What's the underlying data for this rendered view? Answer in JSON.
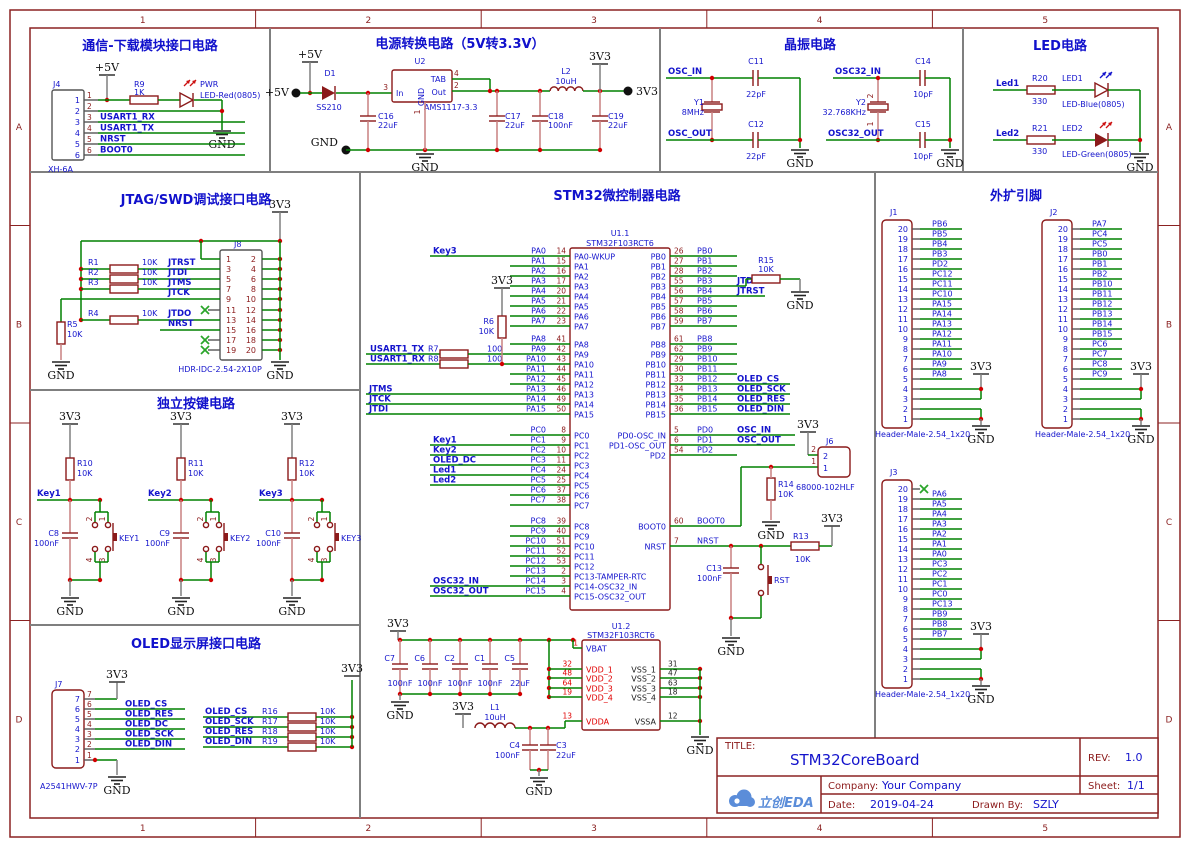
{
  "lbl": {
    "v33": "3V3",
    "gnd": "GND",
    "p5v": "+5V"
  },
  "frame": {
    "cols": [
      "1",
      "2",
      "3",
      "4",
      "5"
    ],
    "rows": [
      "A",
      "B",
      "C",
      "D"
    ]
  },
  "pins": {
    "n20": [
      "20",
      "19",
      "18",
      "17",
      "16",
      "15",
      "14",
      "13",
      "12",
      "11",
      "10",
      "9",
      "8",
      "7",
      "6",
      "5",
      "4",
      "3",
      "2",
      "1"
    ],
    "n10o": [
      "1",
      "3",
      "5",
      "7",
      "9",
      "11",
      "13",
      "15",
      "17",
      "19"
    ],
    "n10e": [
      "2",
      "4",
      "6",
      "8",
      "10",
      "12",
      "14",
      "16",
      "18",
      "20"
    ],
    "n7": [
      "7",
      "6",
      "5",
      "4",
      "3",
      "2",
      "1"
    ],
    "n6": [
      "1",
      "2",
      "3",
      "4",
      "5",
      "6"
    ],
    "btn": [
      "2",
      "1",
      "4",
      "3"
    ]
  },
  "comm": {
    "title": "通信-下载模块接口电路",
    "j4": {
      "ref": "J4",
      "footprint": "XH-6A"
    },
    "nets": [
      "USART1_RX",
      "USART1_TX",
      "NRST",
      "BOOT0"
    ],
    "r9": {
      "ref": "R9",
      "value": "1K"
    },
    "led": {
      "name": "PWR",
      "part": "LED-Red(0805)"
    }
  },
  "pwr": {
    "title": "电源转换电路（5V转3.3V）",
    "d1": {
      "ref": "D1",
      "value": "SS210"
    },
    "u2": {
      "ref": "U2",
      "value": "AMS1117-3.3",
      "in": "In",
      "gnd": "GND",
      "tab": "TAB",
      "out": "Out",
      "n_in": "3",
      "n_tab": "4",
      "n_out": "2",
      "n_gnd": "1"
    },
    "c16": {
      "ref": "C16",
      "value": "22uF"
    },
    "c17": {
      "ref": "C17",
      "value": "22uF"
    },
    "c18": {
      "ref": "C18",
      "value": "100nF"
    },
    "c19": {
      "ref": "C19",
      "value": "22uF"
    },
    "l2": {
      "ref": "L2",
      "value": "10uH"
    }
  },
  "xtal": {
    "title": "晶振电路",
    "y1": {
      "ref": "Y1",
      "value": "8MHz",
      "in": "OSC_IN",
      "out": "OSC_OUT",
      "ct": {
        "ref": "C11",
        "value": "22pF"
      },
      "cb": {
        "ref": "C12",
        "value": "22pF"
      }
    },
    "y2": {
      "ref": "Y2",
      "value": "32.768KHz",
      "in": "OSC32_IN",
      "out": "OSC32_OUT",
      "p2": "2",
      "p1": "1",
      "ct": {
        "ref": "C14",
        "value": "10pF"
      },
      "cb": {
        "ref": "C15",
        "value": "10pF"
      }
    }
  },
  "led": {
    "title": "LED电路",
    "rows": [
      {
        "net": "Led1",
        "r": "R20",
        "rv": "330",
        "name": "LED1",
        "part": "LED-Blue(0805)"
      },
      {
        "net": "Led2",
        "r": "R21",
        "rv": "330",
        "name": "LED2",
        "part": "LED-Green(0805)"
      }
    ]
  },
  "jtag": {
    "title": "JTAG/SWD调试接口电路",
    "j8": {
      "ref": "J8",
      "footprint": "HDR-IDC-2.54-2X10P"
    },
    "rows": [
      {},
      {
        "ref": "R1",
        "value": "10K",
        "net": "JTRST"
      },
      {
        "ref": "R2",
        "value": "10K",
        "net": "JTDI"
      },
      {
        "ref": "R3",
        "value": "10K",
        "net": "JTMS"
      },
      {
        "net": "JTCK"
      },
      {
        "nc": true
      },
      {
        "ref": "R4",
        "value": "10K",
        "net": "JTDO"
      },
      {
        "net": "NRST"
      },
      {
        "nc": true
      },
      {
        "nc": true
      }
    ],
    "r5": {
      "ref": "R5",
      "value": "10K"
    }
  },
  "keys": {
    "title": "独立按键电路",
    "channels": [
      {
        "r": "R10",
        "rv": "10K",
        "net": "Key1",
        "c": "C8",
        "cv": "100nF",
        "btn": "KEY1"
      },
      {
        "r": "R11",
        "rv": "10K",
        "net": "Key2",
        "c": "C9",
        "cv": "100nF",
        "btn": "KEY2"
      },
      {
        "r": "R12",
        "rv": "10K",
        "net": "Key3",
        "c": "C10",
        "cv": "100nF",
        "btn": "KEY3"
      }
    ]
  },
  "oled": {
    "title": "OLED显示屏接口电路",
    "j7": {
      "ref": "J7",
      "footprint": "A2541HWV-7P"
    },
    "nets": [
      "OLED_CS",
      "OLED_RES",
      "OLED_DC",
      "OLED_SCK",
      "OLED_DIN"
    ],
    "pullups": [
      {
        "net": "OLED_CS",
        "ref": "R16",
        "value": "10K"
      },
      {
        "net": "OLED_SCK",
        "ref": "R17",
        "value": "10K"
      },
      {
        "net": "OLED_RES",
        "ref": "R18",
        "value": "10K"
      },
      {
        "net": "OLED_DIN",
        "ref": "R19",
        "value": "10K"
      }
    ]
  },
  "mcu": {
    "title": "STM32微控制器电路",
    "u11": {
      "ref": "U1.1",
      "part": "STM32F103RCT6",
      "left": [
        {
          "net": "Key3",
          "port": "PA0",
          "num": "14",
          "name": "PA0-WKUP"
        },
        {
          "net": "",
          "port": "PA1",
          "num": "15",
          "name": "PA1"
        },
        {
          "net": "",
          "port": "PA2",
          "num": "16",
          "name": "PA2"
        },
        {
          "net": "",
          "port": "PA3",
          "num": "17",
          "name": "PA3"
        },
        {
          "net": "",
          "port": "PA4",
          "num": "20",
          "name": "PA4"
        },
        {
          "net": "",
          "port": "PA5",
          "num": "21",
          "name": "PA5"
        },
        {
          "net": "",
          "port": "PA6",
          "num": "22",
          "name": "PA6"
        },
        {
          "net": "",
          "port": "PA7",
          "num": "23",
          "name": "PA7"
        },
        {
          "net": "",
          "port": "PA8",
          "num": "41",
          "name": "PA8"
        },
        {
          "net": "",
          "port": "PA9",
          "num": "42",
          "name": "PA9"
        },
        {
          "net": "",
          "port": "PA10",
          "num": "43",
          "name": "PA10"
        },
        {
          "net": "",
          "port": "PA11",
          "num": "44",
          "name": "PA11"
        },
        {
          "net": "",
          "port": "PA12",
          "num": "45",
          "name": "PA12"
        },
        {
          "net": "JTMS",
          "port": "PA13",
          "num": "46",
          "name": "PA13"
        },
        {
          "net": "JTCK",
          "port": "PA14",
          "num": "49",
          "name": "PA14"
        },
        {
          "net": "JTDI",
          "port": "PA15",
          "num": "50",
          "name": "PA15"
        },
        {
          "net": "",
          "port": "PC0",
          "num": "8",
          "name": "PC0"
        },
        {
          "net": "Key1",
          "port": "PC1",
          "num": "9",
          "name": "PC1"
        },
        {
          "net": "Key2",
          "port": "PC2",
          "num": "10",
          "name": "PC2"
        },
        {
          "net": "OLED_DC",
          "port": "PC3",
          "num": "11",
          "name": "PC3"
        },
        {
          "net": "Led1",
          "port": "PC4",
          "num": "24",
          "name": "PC4"
        },
        {
          "net": "Led2",
          "port": "PC5",
          "num": "25",
          "name": "PC5"
        },
        {
          "net": "",
          "port": "PC6",
          "num": "37",
          "name": "PC6"
        },
        {
          "net": "",
          "port": "PC7",
          "num": "38",
          "name": "PC7"
        },
        {
          "net": "",
          "port": "PC8",
          "num": "39",
          "name": "PC8"
        },
        {
          "net": "",
          "port": "PC9",
          "num": "40",
          "name": "PC9"
        },
        {
          "net": "",
          "port": "PC10",
          "num": "51",
          "name": "PC10"
        },
        {
          "net": "",
          "port": "PC11",
          "num": "52",
          "name": "PC11"
        },
        {
          "net": "",
          "port": "PC12",
          "num": "53",
          "name": "PC12"
        },
        {
          "net": "",
          "port": "PC13",
          "num": "2",
          "name": "PC13-TAMPER-RTC"
        },
        {
          "net": "OSC32_IN",
          "port": "PC14",
          "num": "3",
          "name": "PC14-OSC32_IN"
        },
        {
          "net": "OSC32_OUT",
          "port": "PC15",
          "num": "4",
          "name": "PC15-OSC32_OUT"
        }
      ],
      "right": [
        {
          "name": "PB0",
          "num": "26",
          "net": "PB0",
          "net2": ""
        },
        {
          "name": "PB1",
          "num": "27",
          "net": "PB1",
          "net2": ""
        },
        {
          "name": "PB2",
          "num": "28",
          "net": "PB2",
          "net2": ""
        },
        {
          "name": "PB3",
          "num": "55",
          "net": "PB3",
          "net2": "JTDO"
        },
        {
          "name": "PB4",
          "num": "56",
          "net": "PB4",
          "net2": "JTRST"
        },
        {
          "name": "PB5",
          "num": "57",
          "net": "PB5",
          "net2": ""
        },
        {
          "name": "PB6",
          "num": "58",
          "net": "PB6",
          "net2": ""
        },
        {
          "name": "PB7",
          "num": "59",
          "net": "PB7",
          "net2": ""
        },
        {
          "name": "PB8",
          "num": "61",
          "net": "PB8",
          "net2": ""
        },
        {
          "name": "PB9",
          "num": "62",
          "net": "PB9",
          "net2": ""
        },
        {
          "name": "PB10",
          "num": "29",
          "net": "PB10",
          "net2": ""
        },
        {
          "name": "PB11",
          "num": "30",
          "net": "PB11",
          "net2": ""
        },
        {
          "name": "PB12",
          "num": "33",
          "net": "PB12",
          "net2": "OLED_CS"
        },
        {
          "name": "PB13",
          "num": "34",
          "net": "PB13",
          "net2": "OLED_SCK"
        },
        {
          "name": "PB14",
          "num": "35",
          "net": "PB14",
          "net2": "OLED_RES"
        },
        {
          "name": "PB15",
          "num": "36",
          "net": "PB15",
          "net2": "OLED_DIN"
        },
        {
          "name": "PD0-OSC_IN",
          "num": "5",
          "net": "PD0",
          "net2": "OSC_IN"
        },
        {
          "name": "PD1-OSC_OUT",
          "num": "6",
          "net": "PD1",
          "net2": "OSC_OUT"
        },
        {
          "name": "PD2",
          "num": "54",
          "net": "PD2",
          "net2": ""
        },
        {
          "name": "BOOT0",
          "num": "60",
          "net": "BOOT0",
          "net2": ""
        },
        {
          "name": "NRST",
          "num": "7",
          "net": "NRST",
          "net2": ""
        }
      ]
    },
    "u12": {
      "ref": "U1.2",
      "part": "STM32F103RCT6",
      "left": [
        {
          "name": "VBAT",
          "num": "1"
        },
        {
          "name": "VDD_1",
          "num": "32"
        },
        {
          "name": "VDD_2",
          "num": "48"
        },
        {
          "name": "VDD_3",
          "num": "64"
        },
        {
          "name": "VDD_4",
          "num": "19"
        },
        {
          "name": "VDDA",
          "num": "13"
        }
      ],
      "right": [
        {
          "name": "VSS_1",
          "num": "31"
        },
        {
          "name": "VSS_2",
          "num": "47"
        },
        {
          "name": "VSS_3",
          "num": "63"
        },
        {
          "name": "VSS_4",
          "num": "18"
        },
        {
          "name": "VSSA",
          "num": "12"
        }
      ]
    },
    "usart_tx": "USART1_TX",
    "usart_rx": "USART1_RX",
    "r6": {
      "ref": "R6",
      "value": "10K"
    },
    "r7": {
      "ref": "R7",
      "value": "100"
    },
    "r8": {
      "ref": "R8",
      "value": "100"
    },
    "r13": {
      "ref": "R13",
      "value": "10K"
    },
    "r14": {
      "ref": "R14",
      "value": "10K"
    },
    "r15": {
      "ref": "R15",
      "value": "10K"
    },
    "c13": {
      "ref": "C13",
      "value": "100nF"
    },
    "rst": "RST",
    "j6": {
      "ref": "J6",
      "part": "68000-102HLF",
      "p2": "2",
      "p1": "1"
    },
    "caps": [
      {
        "ref": "C7",
        "value": "100nF"
      },
      {
        "ref": "C6",
        "value": "100nF"
      },
      {
        "ref": "C2",
        "value": "100nF"
      },
      {
        "ref": "C1",
        "value": "100nF"
      },
      {
        "ref": "C5",
        "value": "22uF"
      }
    ],
    "l1": {
      "ref": "L1",
      "value": "10uH"
    },
    "c4": {
      "ref": "C4",
      "value": "100nF"
    },
    "c3": {
      "ref": "C3",
      "value": "22uF"
    }
  },
  "ext": {
    "title": "外扩引脚",
    "headers": [
      {
        "ref": "J1",
        "part": "Header-Male-2.54_1x20",
        "nets": [
          "PB6",
          "PB5",
          "PB4",
          "PB3",
          "PD2",
          "PC12",
          "PC11",
          "PC10",
          "PA15",
          "PA14",
          "PA13",
          "PA12",
          "PA11",
          "PA10",
          "PA9",
          "PA8"
        ],
        "nc20": false
      },
      {
        "ref": "J2",
        "part": "Header-Male-2.54_1x20",
        "nets": [
          "PA7",
          "PC4",
          "PC5",
          "PB0",
          "PB1",
          "PB2",
          "PB10",
          "PB11",
          "PB12",
          "PB13",
          "PB14",
          "PB15",
          "PC6",
          "PC7",
          "PC8",
          "PC9"
        ],
        "nc20": false
      },
      {
        "ref": "J3",
        "part": "Header-Male-2.54_1x20",
        "nets": [
          "PA6",
          "PA5",
          "PA4",
          "PA3",
          "PA2",
          "PA1",
          "PA0",
          "PC3",
          "PC2",
          "PC1",
          "PC0",
          "PC13",
          "PB9",
          "PB8",
          "PB7"
        ],
        "nc20": true
      }
    ]
  },
  "title_block": {
    "title_label": "TITLE:",
    "title": "STM32CoreBoard",
    "rev_label": "REV:",
    "rev": "1.0",
    "company_label": "Company:",
    "company": "Your Company",
    "sheet_label": "Sheet:",
    "sheet": "1/1",
    "date_label": "Date:",
    "date": "2019-04-24",
    "drawn_label": "Drawn By:",
    "drawn": "SZLY",
    "logo": "立创EDA"
  }
}
